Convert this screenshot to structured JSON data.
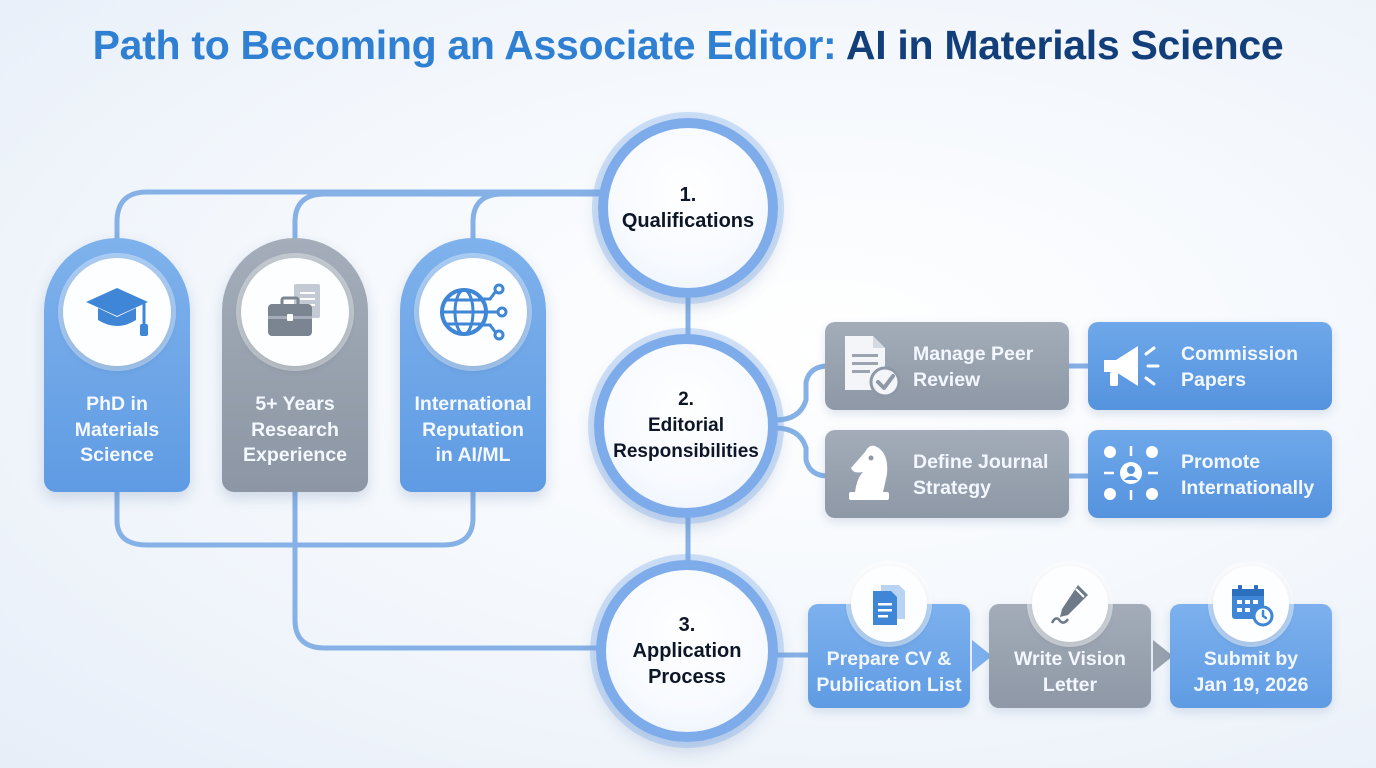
{
  "title": {
    "part1": "Path to Becoming an Associate Editor: ",
    "part2": "AI in Materials Science"
  },
  "colors": {
    "accent_blue": "#5f9be3",
    "step_border": "#7eacea",
    "gray_card": "#8e98a6",
    "title_blue": "#2f7fd3",
    "title_navy": "#123f7a",
    "connector": "#86b1e6"
  },
  "steps": [
    {
      "number": "1.",
      "lines": [
        "Qualifications"
      ]
    },
    {
      "number": "2.",
      "lines": [
        "Editorial",
        "Responsibilities"
      ]
    },
    {
      "number": "3.",
      "lines": [
        "Application",
        "Process"
      ]
    }
  ],
  "qualifications": [
    {
      "lines": [
        "PhD in",
        "Materials",
        "Science"
      ],
      "icon": "graduation-cap-icon",
      "color": "blue"
    },
    {
      "lines": [
        "5+ Years",
        "Research",
        "Experience"
      ],
      "icon": "briefcase-documents-icon",
      "color": "gray"
    },
    {
      "lines": [
        "International",
        "Reputation",
        "in AI/ML"
      ],
      "icon": "globe-network-icon",
      "color": "blue"
    }
  ],
  "responsibilities": [
    {
      "lines": [
        "Manage Peer",
        "Review"
      ],
      "icon": "document-check-icon",
      "color": "gray"
    },
    {
      "lines": [
        "Commission",
        "Papers"
      ],
      "icon": "megaphone-icon",
      "color": "blue"
    },
    {
      "lines": [
        "Define Journal",
        "Strategy"
      ],
      "icon": "chess-knight-icon",
      "color": "gray"
    },
    {
      "lines": [
        "Promote",
        "Internationally"
      ],
      "icon": "people-network-icon",
      "color": "blue"
    }
  ],
  "process": [
    {
      "lines": [
        "Prepare CV &",
        "Publication List"
      ],
      "icon": "documents-icon",
      "color": "blue"
    },
    {
      "lines": [
        "Write Vision",
        "Letter"
      ],
      "icon": "pen-signature-icon",
      "color": "gray"
    },
    {
      "lines": [
        "Submit by",
        "Jan 19, 2026"
      ],
      "icon": "calendar-clock-icon",
      "color": "blue"
    }
  ]
}
